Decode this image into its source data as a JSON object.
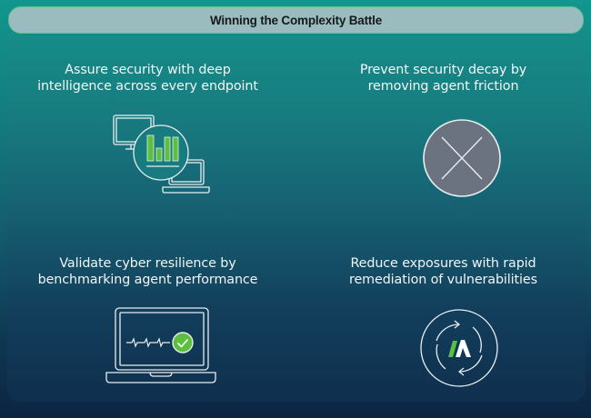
{
  "header": {
    "title": "Winning the Complexity Battle"
  },
  "quadrants": [
    {
      "heading": "Assure security with deep\nintelligence across every endpoint",
      "icon": "endpoint-intelligence-icon"
    },
    {
      "heading": "Prevent security decay by\nremoving agent friction",
      "icon": "x-circle-icon"
    },
    {
      "heading": "Validate cyber resilience by\nbenchmarking agent performance",
      "icon": "laptop-heartbeat-check-icon"
    },
    {
      "heading": "Reduce exposures with rapid\nremediation of vulnerabilities",
      "icon": "rapid-remediation-cycle-icon"
    }
  ],
  "colors": {
    "accent_green": "#5cc03e",
    "title_bar_bg": "#9bbcbe",
    "x_circle_fill": "#6b7280",
    "line_white": "#e8eef0",
    "bg_top": "#12968e",
    "bg_bottom": "#0b2442"
  }
}
